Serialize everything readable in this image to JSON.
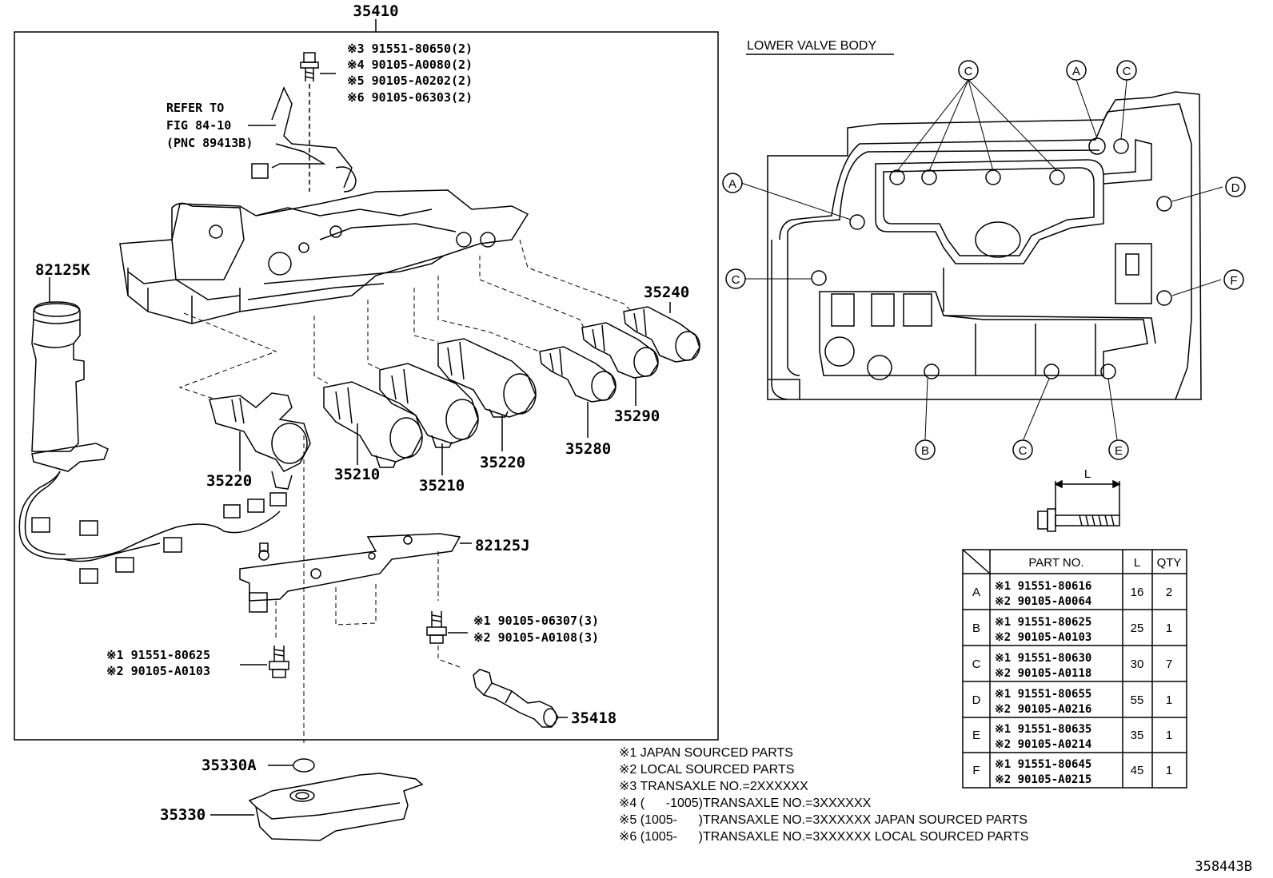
{
  "diagram": {
    "main_part": "35410",
    "footer_id": "358443B",
    "labels": {
      "p82125K": "82125K",
      "p35240": "35240",
      "p35290": "35290",
      "p35280": "35280",
      "p35220a": "35220",
      "p35220b": "35220",
      "p35210a": "35210",
      "p35210b": "35210",
      "p82125J": "82125J",
      "p35418": "35418",
      "p35330A": "35330A",
      "p35330": "35330"
    },
    "refer": [
      "REFER TO",
      "FIG 84-10",
      "(PNC 89413B)"
    ],
    "top_bolts": [
      "※3 91551-80650(2)",
      "※4 90105-A0080(2)",
      "※5 90105-A0202(2)",
      "※6 90105-06303(2)"
    ],
    "mid_bolts": [
      "※1 90105-06307(3)",
      "※2 90105-A0108(3)"
    ],
    "left_bolts": [
      "※1 91551-80625",
      "※2 90105-A0103"
    ],
    "notes": [
      "※1 JAPAN SOURCED PARTS",
      "※2 LOCAL SOURCED PARTS",
      "※3 TRANSAXLE NO.=2XXXXXX",
      "※4 (      -1005)TRANSAXLE NO.=3XXXXXX",
      "※5 (1005-      )TRANSAXLE NO.=3XXXXXX JAPAN SOURCED PARTS",
      "※6 (1005-      )TRANSAXLE NO.=3XXXXXX LOCAL SOURCED PARTS"
    ],
    "lower_valve_body": {
      "title": "LOWER VALVE BODY",
      "bolt_markers": [
        "C",
        "A",
        "C",
        "A",
        "D",
        "C",
        "F",
        "B",
        "C",
        "E"
      ],
      "length_label": "L"
    },
    "table": {
      "headers": [
        "PART NO.",
        "L",
        "QTY"
      ],
      "rows": [
        {
          "key": "A",
          "p1": "※1 91551-80616",
          "p2": "※2 90105-A0064",
          "l": "16",
          "qty": "2"
        },
        {
          "key": "B",
          "p1": "※1 91551-80625",
          "p2": "※2 90105-A0103",
          "l": "25",
          "qty": "1"
        },
        {
          "key": "C",
          "p1": "※1 91551-80630",
          "p2": "※2 90105-A0118",
          "l": "30",
          "qty": "7"
        },
        {
          "key": "D",
          "p1": "※1 91551-80655",
          "p2": "※2 90105-A0216",
          "l": "55",
          "qty": "1"
        },
        {
          "key": "E",
          "p1": "※1 91551-80635",
          "p2": "※2 90105-A0214",
          "l": "35",
          "qty": "1"
        },
        {
          "key": "F",
          "p1": "※1 91551-80645",
          "p2": "※2 90105-A0215",
          "l": "45",
          "qty": "1"
        }
      ]
    }
  }
}
